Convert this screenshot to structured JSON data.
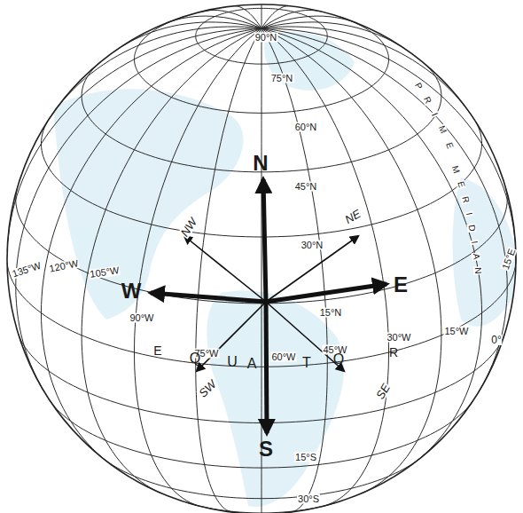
{
  "diagram": {
    "labels": [
      "90°N",
      "75°N",
      "60°N",
      "45°N",
      "30°N",
      "15°N",
      "15°S",
      "30°S",
      "135°W",
      "120°W",
      "105°W",
      "90°W",
      "75°W",
      "60°W",
      "45°W",
      "30°W",
      "15°W",
      "0°",
      "15°E",
      "N",
      "S",
      "W",
      "E",
      "NW",
      "NE",
      "SW",
      "SE",
      "E",
      "Q",
      "U",
      "A",
      "T",
      "O",
      "R",
      "P",
      "R",
      "I",
      "M",
      "E",
      "M",
      "E",
      "R",
      "I",
      "D",
      "I",
      "A",
      "N"
    ]
  }
}
